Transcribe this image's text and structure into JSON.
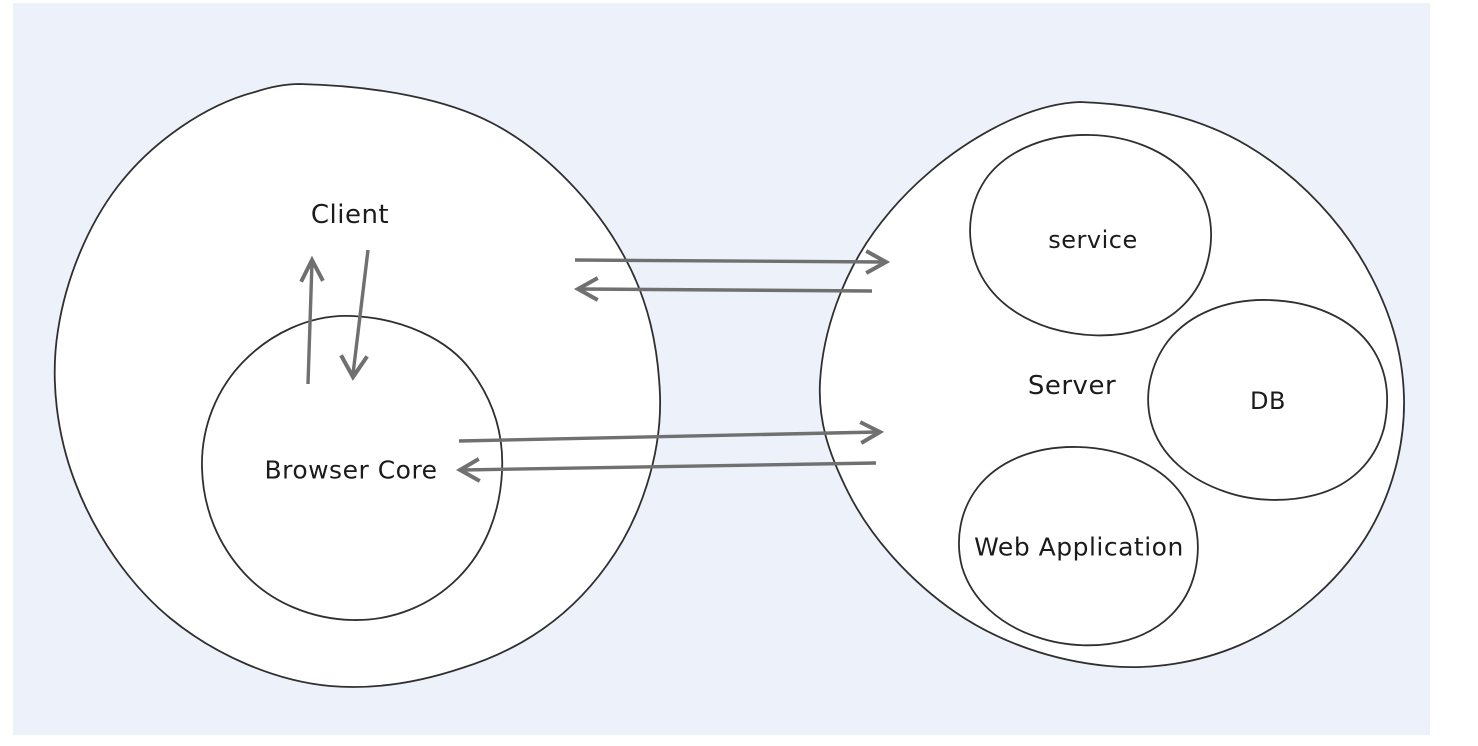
{
  "diagram": {
    "colors": {
      "canvas_background": "#ecf1fa",
      "page_background": "#ffffff",
      "shape_fill": "#ffffff",
      "shape_stroke": "#2f2f2f",
      "arrow_color": "#707070",
      "text_color": "#1b1b1b"
    },
    "nodes": {
      "client": {
        "label": "Client",
        "type": "outer-blob"
      },
      "browser_core": {
        "label": "Browser Core",
        "type": "inner-circle",
        "parent": "Client"
      },
      "server": {
        "label": "Server",
        "type": "outer-blob"
      },
      "service": {
        "label": "service",
        "type": "inner-circle",
        "parent": "Server"
      },
      "db": {
        "label": "DB",
        "type": "inner-circle",
        "parent": "Server"
      },
      "web_application": {
        "label": "Web Application",
        "type": "inner-circle",
        "parent": "Server"
      }
    },
    "edges": [
      {
        "name": "browser-core-to-client",
        "direction": "up"
      },
      {
        "name": "client-to-browser-core",
        "direction": "down"
      },
      {
        "name": "client-to-server-request",
        "direction": "right"
      },
      {
        "name": "server-to-client-response",
        "direction": "left"
      },
      {
        "name": "browser-core-to-server-request",
        "direction": "right"
      },
      {
        "name": "server-to-browser-core-response",
        "direction": "left"
      }
    ]
  }
}
